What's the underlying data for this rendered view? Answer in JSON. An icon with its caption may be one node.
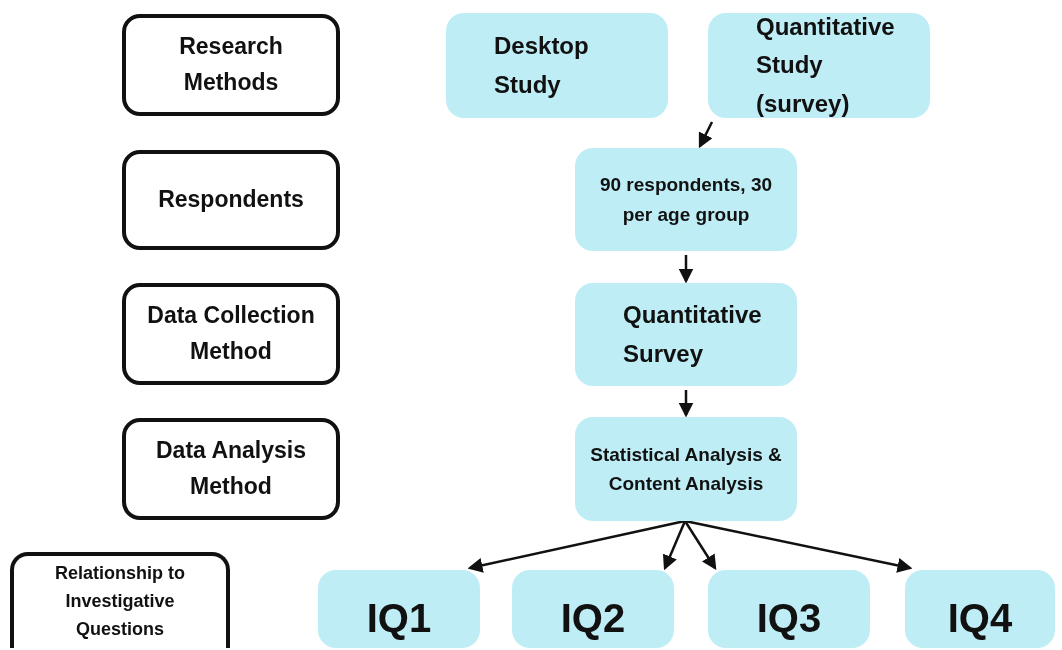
{
  "diagram": {
    "nodes": [
      {
        "text": [
          "Research Methods"
        ]
      },
      {
        "text": [
          "Respondents"
        ]
      },
      {
        "text": [
          "Data Collection Method"
        ]
      },
      {
        "text": [
          "Data Analysis Method"
        ]
      },
      {
        "text": [
          "Relationship to Investigative Questions"
        ]
      },
      {
        "text": [
          "Desktop Study"
        ]
      },
      {
        "text": [
          "Quantitative Study (survey)"
        ]
      },
      {
        "text": [
          "90 respondents, 30 per age group"
        ]
      },
      {
        "text": [
          "Quantitative Survey"
        ]
      },
      {
        "text": [
          "Statistical Analysis & Content Analysis"
        ]
      },
      {
        "text": [
          "IQ1"
        ]
      },
      {
        "text": [
          "IQ2"
        ]
      },
      {
        "text": [
          "IQ3"
        ]
      },
      {
        "text": [
          "IQ4"
        ]
      }
    ],
    "edges": [
      {
        "from": 6,
        "to": 7,
        "arrow": "to"
      },
      {
        "from": 7,
        "to": 8,
        "arrow": "to"
      },
      {
        "from": 8,
        "to": 9,
        "arrow": "to"
      },
      {
        "from": 9,
        "to": 10,
        "arrow": "to"
      },
      {
        "from": 9,
        "to": 11,
        "arrow": "to"
      },
      {
        "from": 9,
        "to": 12,
        "arrow": "to"
      },
      {
        "from": 9,
        "to": 13,
        "arrow": "to"
      }
    ]
  }
}
